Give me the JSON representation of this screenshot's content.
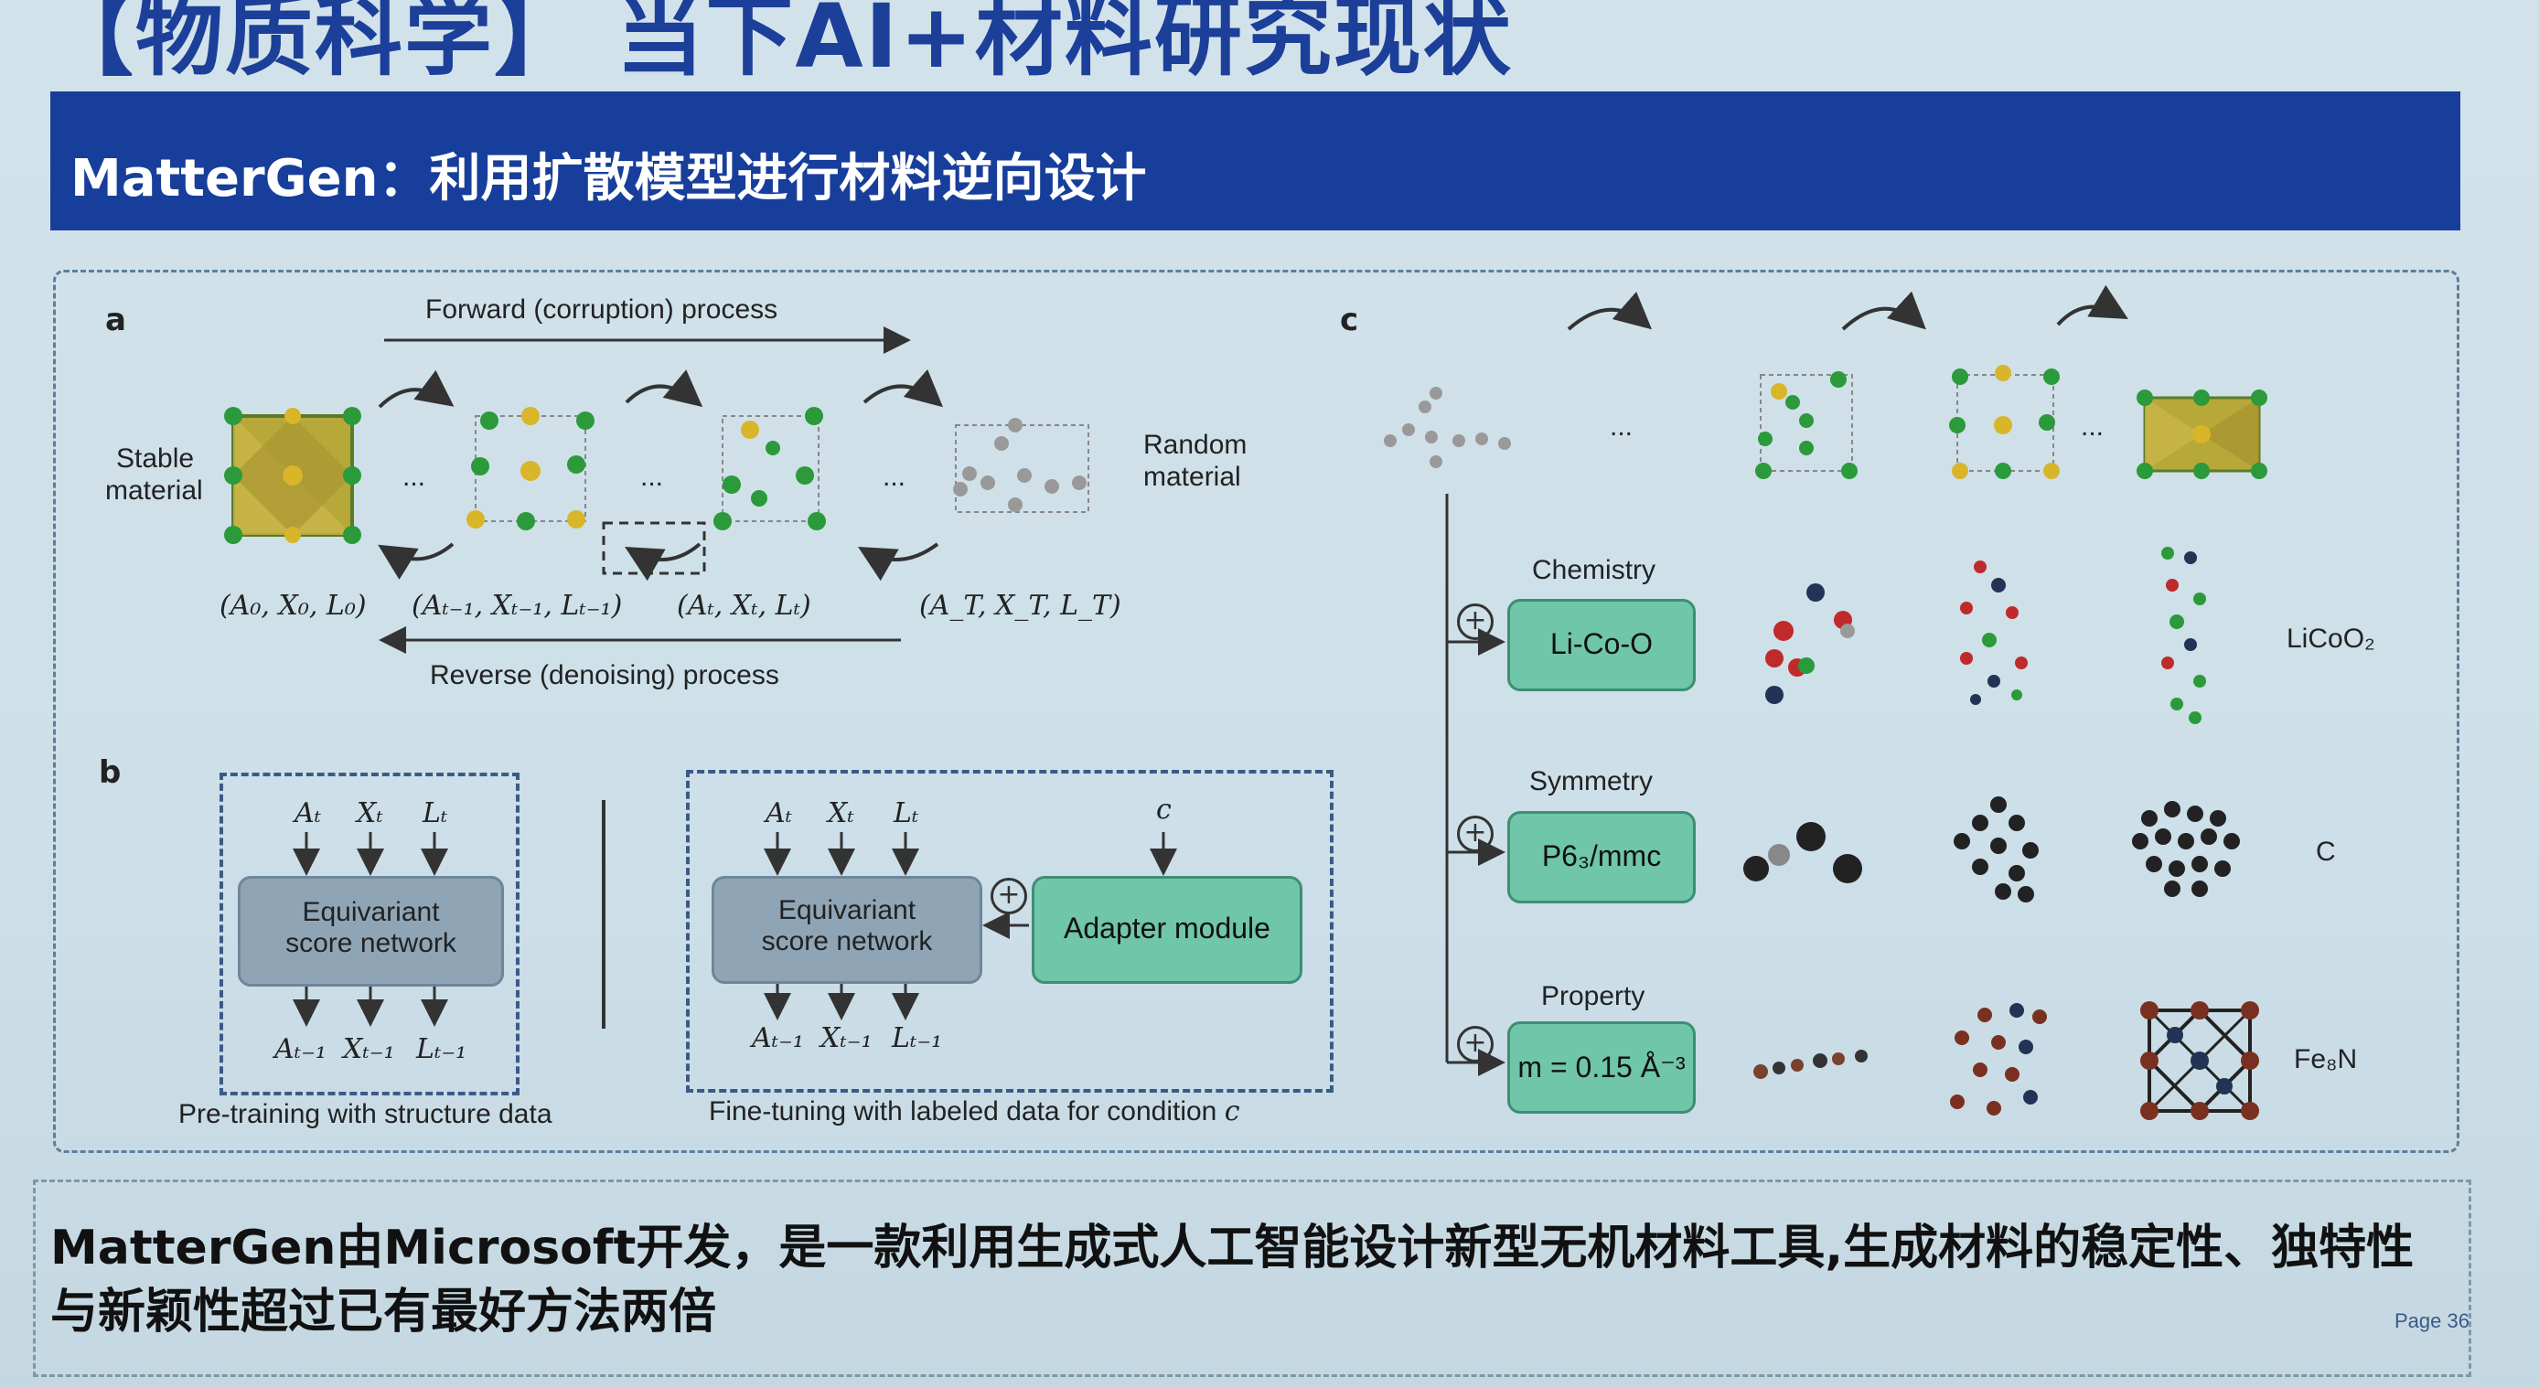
{
  "slide": {
    "title": "【物质科学】 当下AI+材料研究现状",
    "banner": "MatterGen：利用扩散模型进行材料逆向设计",
    "summary": "MatterGen由Microsoft开发，是一款利用生成式人工智能设计新型无机材料工具,生成材料的稳定性、独特性与新颖性超过已有最好方法两倍",
    "page": "Page 36"
  },
  "panel_a": {
    "letter": "a",
    "forward": "Forward (corruption) process",
    "reverse": "Reverse (denoising) process",
    "stable_1": "Stable",
    "stable_2": "material",
    "random_1": "Random",
    "random_2": "material",
    "dots": "...",
    "state_0": "(A₀, X₀, L₀)",
    "state_t1": "(Aₜ₋₁, Xₜ₋₁, Lₜ₋₁)",
    "state_t": "(Aₜ, Xₜ, Lₜ)",
    "state_T": "(A_T, X_T, L_T)"
  },
  "panel_b": {
    "letter": "b",
    "in_A": "Aₜ",
    "in_X": "Xₜ",
    "in_L": "Lₜ",
    "out_A": "Aₜ₋₁",
    "out_X": "Xₜ₋₁",
    "out_L": "Lₜ₋₁",
    "net_1": "Equivariant",
    "net_2": "score network",
    "cond": "c",
    "adapter": "Adapter module",
    "pretrain": "Pre-training with structure data",
    "finetune": "Fine-tuning with labeled data for condition",
    "finetune_c": "c"
  },
  "panel_c": {
    "letter": "c",
    "dots": "...",
    "conditions": [
      {
        "label": "Chemistry",
        "value": "Li-Co-O",
        "result": "LiCoO₂"
      },
      {
        "label": "Symmetry",
        "value": "P6₃/mmc",
        "result": "C"
      },
      {
        "label": "Property",
        "value": "m = 0.15 Å⁻³",
        "result": "Fe₈N"
      }
    ]
  },
  "colors": {
    "banner": "#173e9a",
    "title": "#1c3f9a",
    "teal": "#6fc6a8",
    "gray": "#8fa5b6",
    "green_atom": "#2a9a3a",
    "yellow_atom": "#d9b52a"
  },
  "icons": [
    "curved-arrow-icon",
    "plus-circle-icon",
    "down-arrow-icon",
    "crystal-structure-icon"
  ]
}
